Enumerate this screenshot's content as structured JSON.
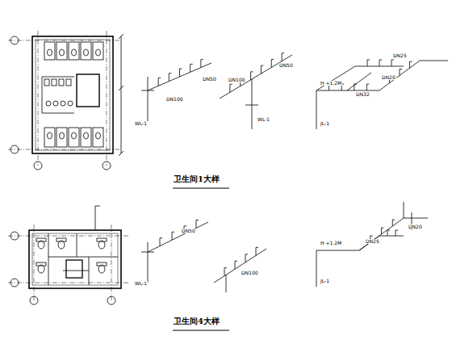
{
  "diagram": {
    "labels": [
      "卫生间1大样",
      "卫生间4大样",
      "WL-1",
      "DN100",
      "DN50",
      "WL-1",
      "DN100",
      "DN50",
      "JL-1",
      "H +1.2M",
      "DN25",
      "DN32",
      "DN20",
      "WL-1",
      "DN50",
      "DN100",
      "JL-1",
      "H +1.2M",
      "DN25",
      "DN20"
    ]
  }
}
